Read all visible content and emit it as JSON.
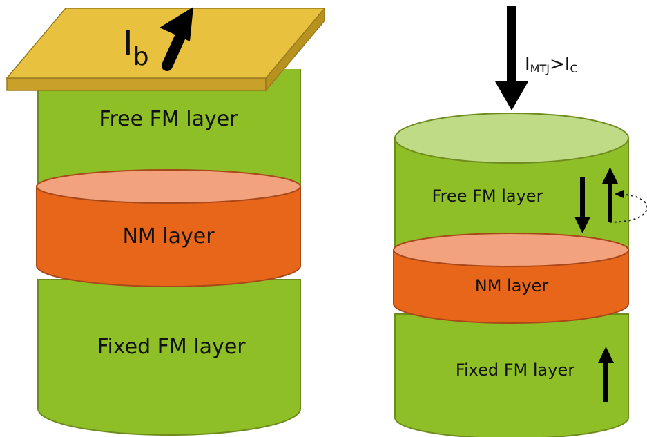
{
  "left_device": {
    "free_layer": "Free FM layer",
    "nm_layer": "NM layer",
    "fixed_layer": "Fixed FM layer",
    "bias_current": {
      "symbol": "I",
      "subscript": "b"
    }
  },
  "right_device": {
    "free_layer": "Free FM layer",
    "nm_layer": "NM layer",
    "fixed_layer": "Fixed FM layer",
    "current_label": {
      "i1": "I",
      "sub1": "MTJ",
      "op": ">",
      "i2": "I",
      "sub2": "C"
    }
  },
  "colors": {
    "fm_green": "#8FBF26",
    "fm_green_top": "#C0DB85",
    "nm_orange": "#E8661A",
    "nm_top": "#F2A27C",
    "plate_yellow": "#E8C23F",
    "plate_edge": "#C9A12A",
    "outline": "#6E8C1E",
    "arrow": "#000000"
  }
}
